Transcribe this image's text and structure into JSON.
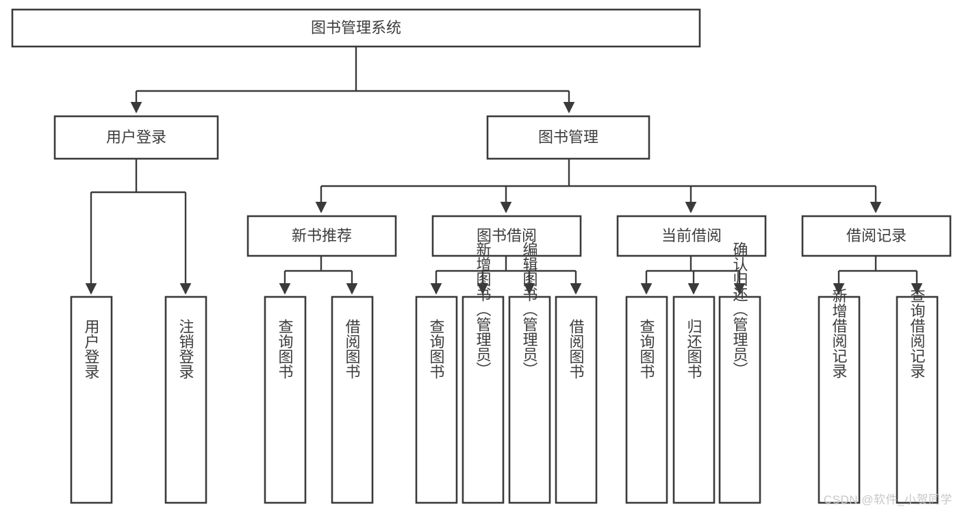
{
  "diagram": {
    "title": "图书管理系统",
    "type": "tree",
    "watermark": "CSDN @软件_小贺同学",
    "colors": {
      "stroke": "#3a3a3a",
      "text": "#3c3c3c",
      "fill": "#ffffff",
      "background": "#ffffff",
      "watermark": "#c7c7c7"
    },
    "nodes": {
      "root": {
        "label": "图书管理系统"
      },
      "level2": [
        {
          "label": "用户登录"
        },
        {
          "label": "图书管理"
        }
      ],
      "level3": [
        {
          "label": "新书推荐"
        },
        {
          "label": "图书借阅"
        },
        {
          "label": "当前借阅"
        },
        {
          "label": "借阅记录"
        }
      ],
      "leaves": {
        "user_login": [
          {
            "label": "用户登录"
          },
          {
            "label": "注销登录"
          }
        ],
        "new_book": [
          {
            "label": "查询图书"
          },
          {
            "label": "借阅图书"
          }
        ],
        "book_borrow": [
          {
            "label": "查询图书"
          },
          {
            "label": "新增图书（管理员）"
          },
          {
            "label": "编辑图书（管理员）"
          },
          {
            "label": "借阅图书"
          }
        ],
        "current_borrow": [
          {
            "label": "查询图书"
          },
          {
            "label": "归还图书"
          },
          {
            "label": "确认归还（管理员）"
          }
        ],
        "borrow_record": [
          {
            "label": "新增借阅记录"
          },
          {
            "label": "查询借阅记录"
          }
        ]
      }
    }
  }
}
